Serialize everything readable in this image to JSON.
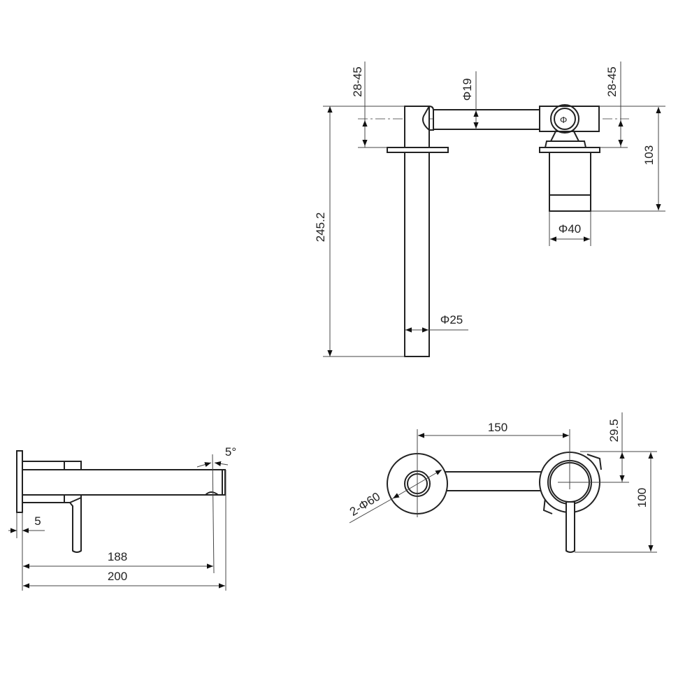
{
  "top_view": {
    "height_total": "245.2",
    "wall_range_left": "28-45",
    "wall_range_right": "28-45",
    "pipe_diameter": "Φ19",
    "body_height": "103",
    "body_diameter": "Φ40",
    "spout_diameter": "Φ25"
  },
  "side_view": {
    "plate_thickness": "5",
    "spout_reach": "188",
    "total_length": "200",
    "angle": "5°"
  },
  "front_view": {
    "center_distance": "150",
    "plate_diameter": "2-Φ60",
    "offset": "29.5",
    "height": "100"
  }
}
